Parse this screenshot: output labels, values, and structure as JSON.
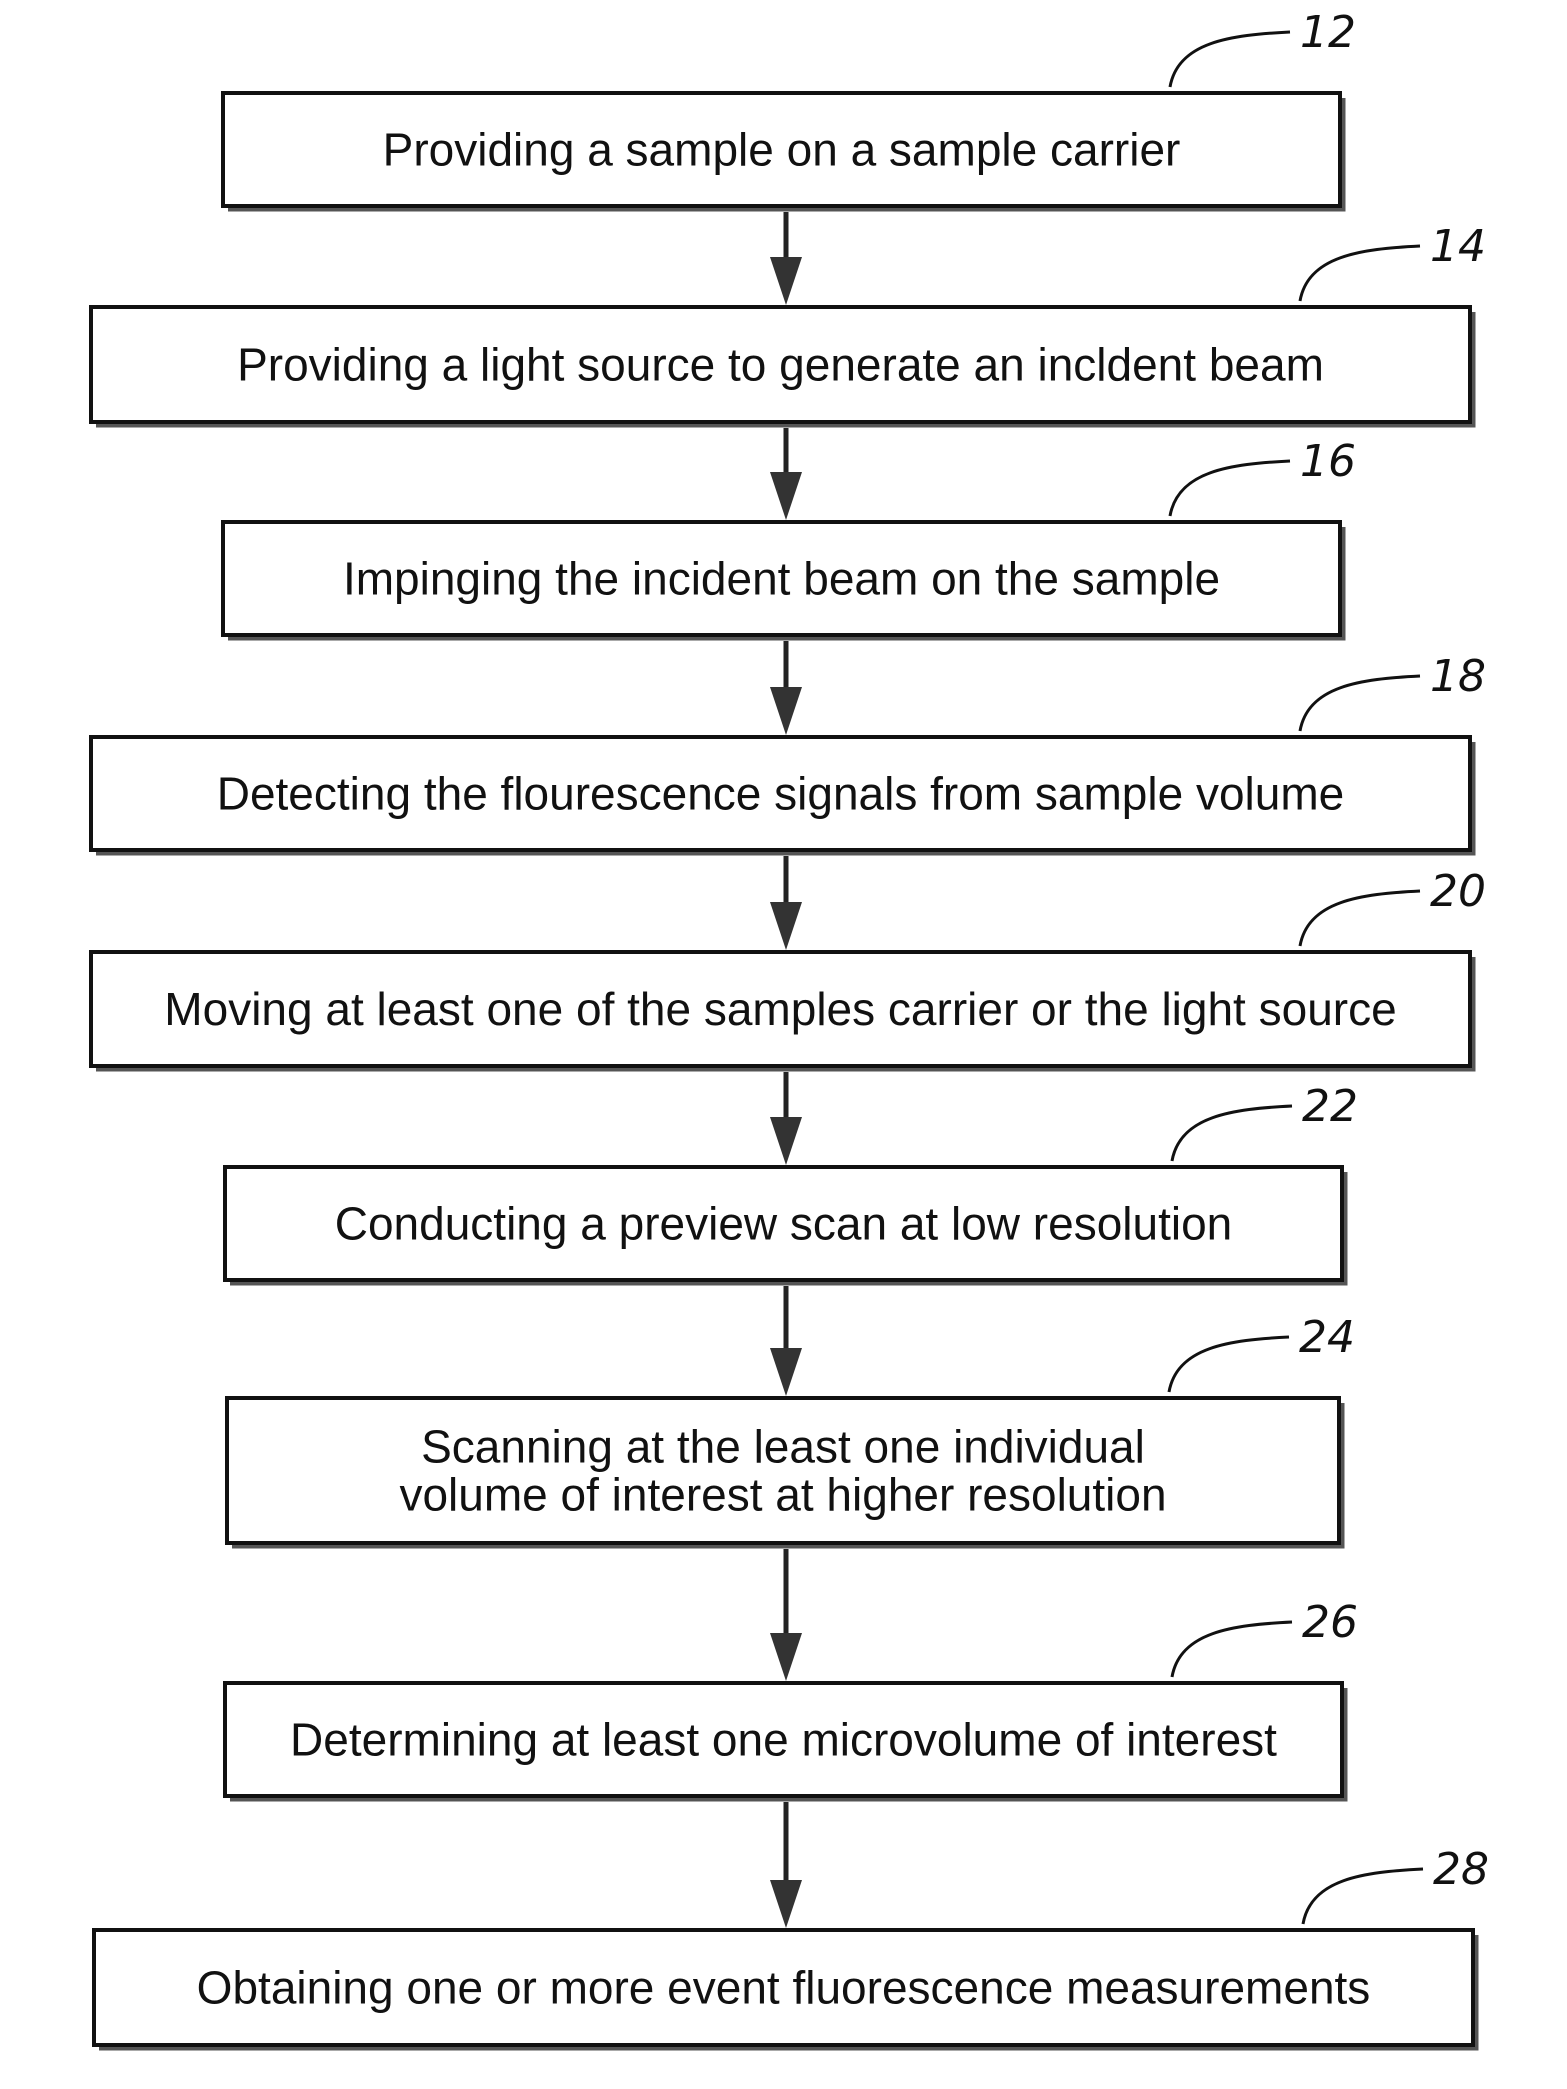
{
  "steps": [
    {
      "ref": "12",
      "lines": [
        "Providing a sample on a sample carrier"
      ]
    },
    {
      "ref": "14",
      "lines": [
        "Providing a light source to generate an incldent beam"
      ]
    },
    {
      "ref": "16",
      "lines": [
        "Impinging the incident beam on the sample"
      ]
    },
    {
      "ref": "18",
      "lines": [
        "Detecting the flourescence signals from sample volume"
      ]
    },
    {
      "ref": "20",
      "lines": [
        "Moving at least one of the samples carrier or the light source"
      ]
    },
    {
      "ref": "22",
      "lines": [
        "Conducting a preview scan at low resolution"
      ]
    },
    {
      "ref": "24",
      "lines": [
        "Scanning at the least one individual",
        "volume of interest at higher resolution"
      ]
    },
    {
      "ref": "26",
      "lines": [
        "Determining at least one microvolume of interest"
      ]
    },
    {
      "ref": "28",
      "lines": [
        "Obtaining one or more event fluorescence measurements"
      ]
    }
  ],
  "arrow_color": "#333333",
  "box_border_color": "#111111"
}
